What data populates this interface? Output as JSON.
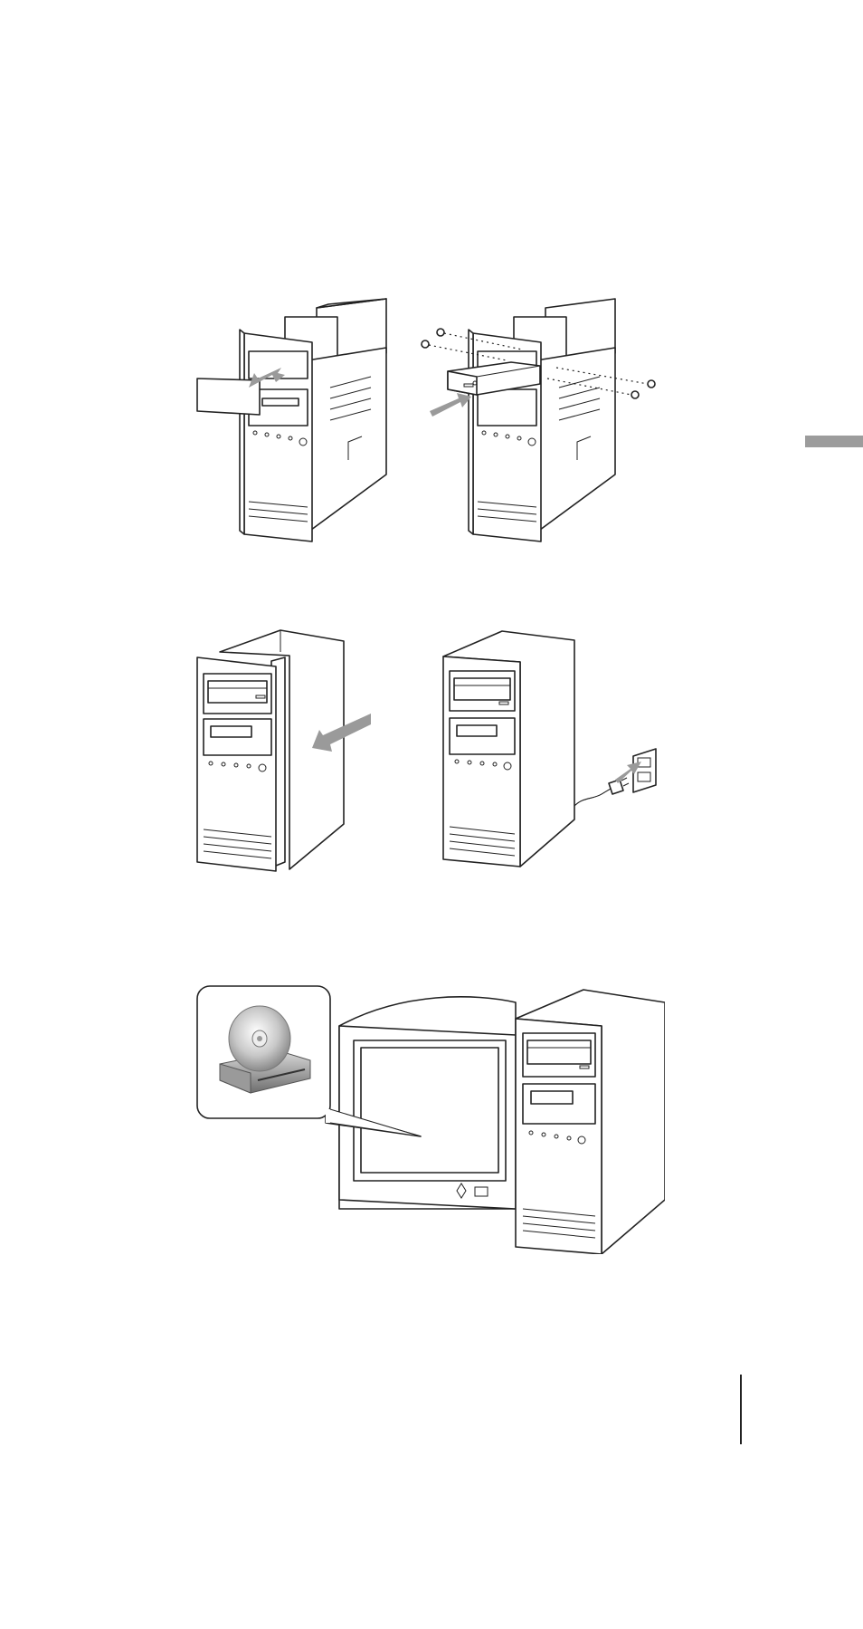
{
  "page": {
    "background": "#ffffff"
  },
  "colors": {
    "line": "#222222",
    "arrow": "#9a9a9a",
    "tab": "#9c9c9c"
  },
  "figures": [
    {
      "id": "remove-bay-cover",
      "icons": [
        "computer-tower-open-icon",
        "bay-cover-icon",
        "insert-arrow-icon"
      ]
    },
    {
      "id": "install-drive",
      "icons": [
        "computer-tower-open-icon",
        "optical-drive-icon",
        "screw-icon",
        "insert-arrow-icon"
      ]
    },
    {
      "id": "replace-case-cover",
      "icons": [
        "computer-tower-icon",
        "slide-arrow-icon"
      ]
    },
    {
      "id": "connect-power",
      "icons": [
        "computer-tower-icon",
        "power-plug-icon",
        "wall-outlet-icon",
        "insert-arrow-icon"
      ]
    },
    {
      "id": "verify-drive",
      "icons": [
        "monitor-icon",
        "computer-tower-icon",
        "cd-drive-icon",
        "callout-icon"
      ]
    }
  ]
}
